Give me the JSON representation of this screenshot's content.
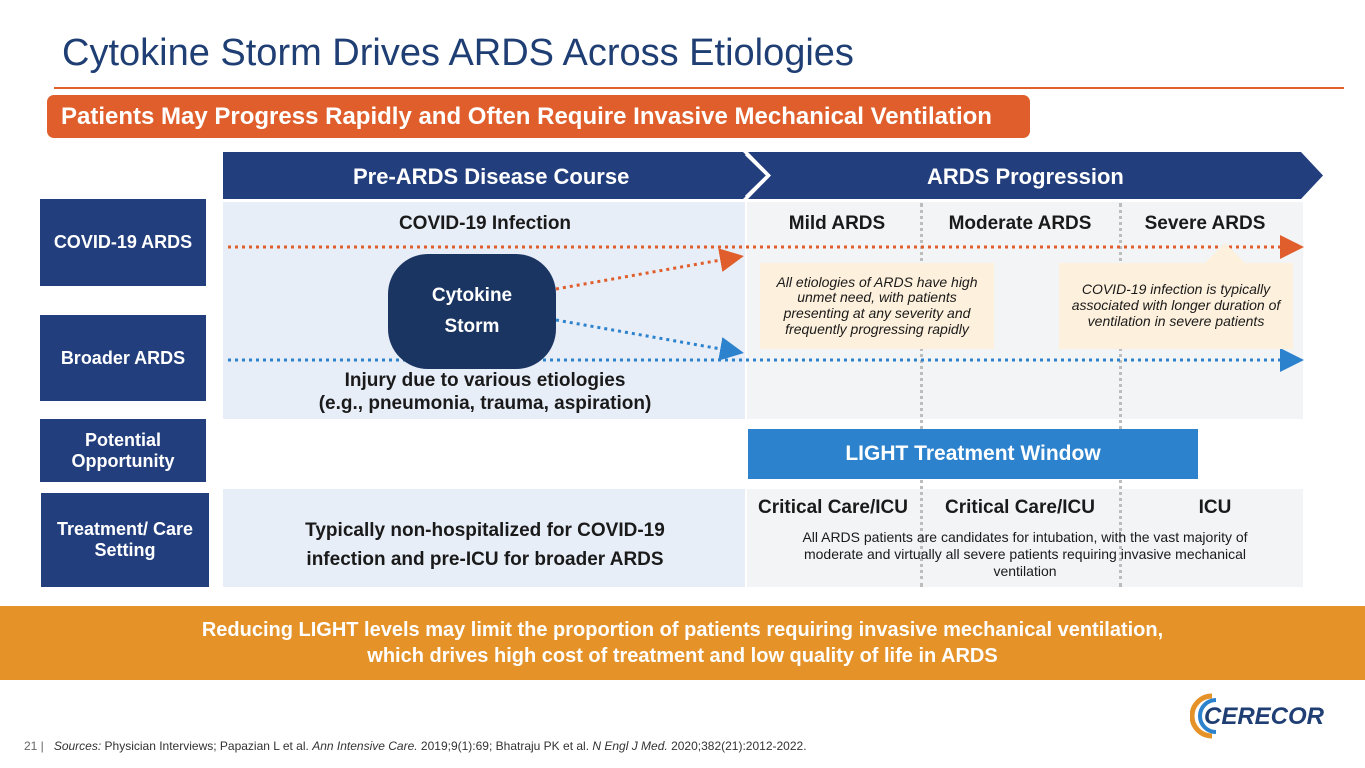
{
  "title": "Cytokine Storm Drives ARDS Across Etiologies",
  "subtitle": "Patients May Progress Rapidly and Often Require Invasive Mechanical Ventilation",
  "phases": {
    "pre": "Pre-ARDS Disease Course",
    "ards": "ARDS Progression"
  },
  "row_labels": {
    "covid": "COVID-19 ARDS",
    "broader": "Broader ARDS",
    "opportunity": "Potential Opportunity",
    "treatment": "Treatment/ Care Setting"
  },
  "covid_row": {
    "infection": "COVID-19 Infection",
    "mild": "Mild ARDS",
    "moderate": "Moderate ARDS",
    "severe": "Severe ARDS"
  },
  "cytokine": {
    "line1": "Cytokine",
    "line2": "Storm"
  },
  "notes": {
    "unmet_need": "All etiologies of ARDS have high unmet need, with patients presenting at any severity and frequently progressing rapidly",
    "covid_duration": "COVID-19 infection is typically associated with longer duration of ventilation in severe patients"
  },
  "broader_row": {
    "injury_line1": "Injury due to various etiologies",
    "injury_line2": "(e.g., pneumonia, trauma, aspiration)"
  },
  "light_window": "LIGHT Treatment Window",
  "treatment_row": {
    "pre_line1": "Typically non-hospitalized for COVID-19",
    "pre_line2": "infection and pre-ICU for broader ARDS",
    "mild": "Critical Care/ICU",
    "moderate": "Critical Care/ICU",
    "severe": "ICU",
    "note": "All ARDS patients are candidates for intubation, with the vast majority of moderate and virtually all severe patients requiring invasive mechanical ventilation"
  },
  "bottom": {
    "line1": "Reducing LIGHT levels may limit the proportion of patients requiring invasive mechanical ventilation,",
    "line2": "which drives high cost of treatment and low quality of life in ARDS"
  },
  "footer": {
    "page": "21 |",
    "sources_label": "Sources:",
    "sources_text1": " Physician Interviews; Papazian L et al. ",
    "journal1": "Ann Intensive Care.",
    "sources_text2": " 2019;9(1):69; Bhatraju PK et al. ",
    "journal2": "N Engl J Med.",
    "sources_text3": " 2020;382(21):2012-2022."
  },
  "logo": "CERECOR",
  "colors": {
    "navy": "#1f3e73",
    "orange": "#e05e2b",
    "blue": "#2c82cc",
    "amber": "#e59329"
  }
}
